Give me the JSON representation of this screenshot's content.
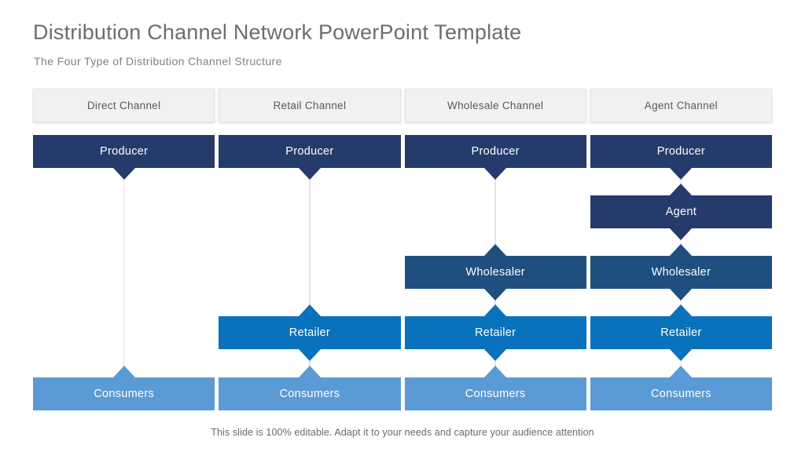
{
  "slide": {
    "title": "Distribution Channel Network PowerPoint Template",
    "subtitle": "The Four Type of Distribution Channel Structure",
    "footer_note": "This slide is 100% editable. Adapt it to your needs and capture your audience attention"
  },
  "palette": {
    "producer": "#243b6b",
    "agent": "#243b6b",
    "wholesaler": "#1f4f7f",
    "retailer": "#0872bc",
    "consumers": "#5b9bd5",
    "tab_background": "#f1f1f1",
    "tab_text": "#595959",
    "connector_line": "#e3e3e3",
    "title_text": "#6d6d6d",
    "subtitle_text": "#808080",
    "footer_text": "#6a6a6a",
    "node_text": "#ffffff",
    "page_background": "#ffffff"
  },
  "diagram": {
    "type": "flow",
    "column_count": 4,
    "row_labels": [
      "Producer",
      "Agent",
      "Wholesaler",
      "Retailer",
      "Consumers"
    ],
    "columns": [
      {
        "header": "Direct Channel",
        "nodes": [
          "Producer",
          "Consumers"
        ],
        "chain": "Producer -> Consumers"
      },
      {
        "header": "Retail Channel",
        "nodes": [
          "Producer",
          "Retailer",
          "Consumers"
        ],
        "chain": "Producer -> Retailer -> Consumers"
      },
      {
        "header": "Wholesale Channel",
        "nodes": [
          "Producer",
          "Wholesaler",
          "Retailer",
          "Consumers"
        ],
        "chain": "Producer -> Wholesaler -> Retailer -> Consumers"
      },
      {
        "header": "Agent Channel",
        "nodes": [
          "Producer",
          "Agent",
          "Wholesaler",
          "Retailer",
          "Consumers"
        ],
        "chain": "Producer -> Agent -> Wholesaler -> Retailer -> Consumers"
      }
    ],
    "nodes": [
      {
        "id": "c1-producer",
        "label": "Producer",
        "column": 1,
        "row": "producer",
        "color_key": "producer"
      },
      {
        "id": "c1-consumers",
        "label": "Consumers",
        "column": 1,
        "row": "consumers",
        "color_key": "consumers"
      },
      {
        "id": "c2-producer",
        "label": "Producer",
        "column": 2,
        "row": "producer",
        "color_key": "producer"
      },
      {
        "id": "c2-retailer",
        "label": "Retailer",
        "column": 2,
        "row": "retailer",
        "color_key": "retailer"
      },
      {
        "id": "c2-consumers",
        "label": "Consumers",
        "column": 2,
        "row": "consumers",
        "color_key": "consumers"
      },
      {
        "id": "c3-producer",
        "label": "Producer",
        "column": 3,
        "row": "producer",
        "color_key": "producer"
      },
      {
        "id": "c3-wholesaler",
        "label": "Wholesaler",
        "column": 3,
        "row": "wholesaler",
        "color_key": "wholesaler"
      },
      {
        "id": "c3-retailer",
        "label": "Retailer",
        "column": 3,
        "row": "retailer",
        "color_key": "retailer"
      },
      {
        "id": "c3-consumers",
        "label": "Consumers",
        "column": 3,
        "row": "consumers",
        "color_key": "consumers"
      },
      {
        "id": "c4-producer",
        "label": "Producer",
        "column": 4,
        "row": "producer",
        "color_key": "producer"
      },
      {
        "id": "c4-agent",
        "label": "Agent",
        "column": 4,
        "row": "agent",
        "color_key": "agent"
      },
      {
        "id": "c4-wholesaler",
        "label": "Wholesaler",
        "column": 4,
        "row": "wholesaler",
        "color_key": "wholesaler"
      },
      {
        "id": "c4-retailer",
        "label": "Retailer",
        "column": 4,
        "row": "retailer",
        "color_key": "retailer"
      },
      {
        "id": "c4-consumers",
        "label": "Consumers",
        "column": 4,
        "row": "consumers",
        "color_key": "consumers"
      }
    ]
  }
}
